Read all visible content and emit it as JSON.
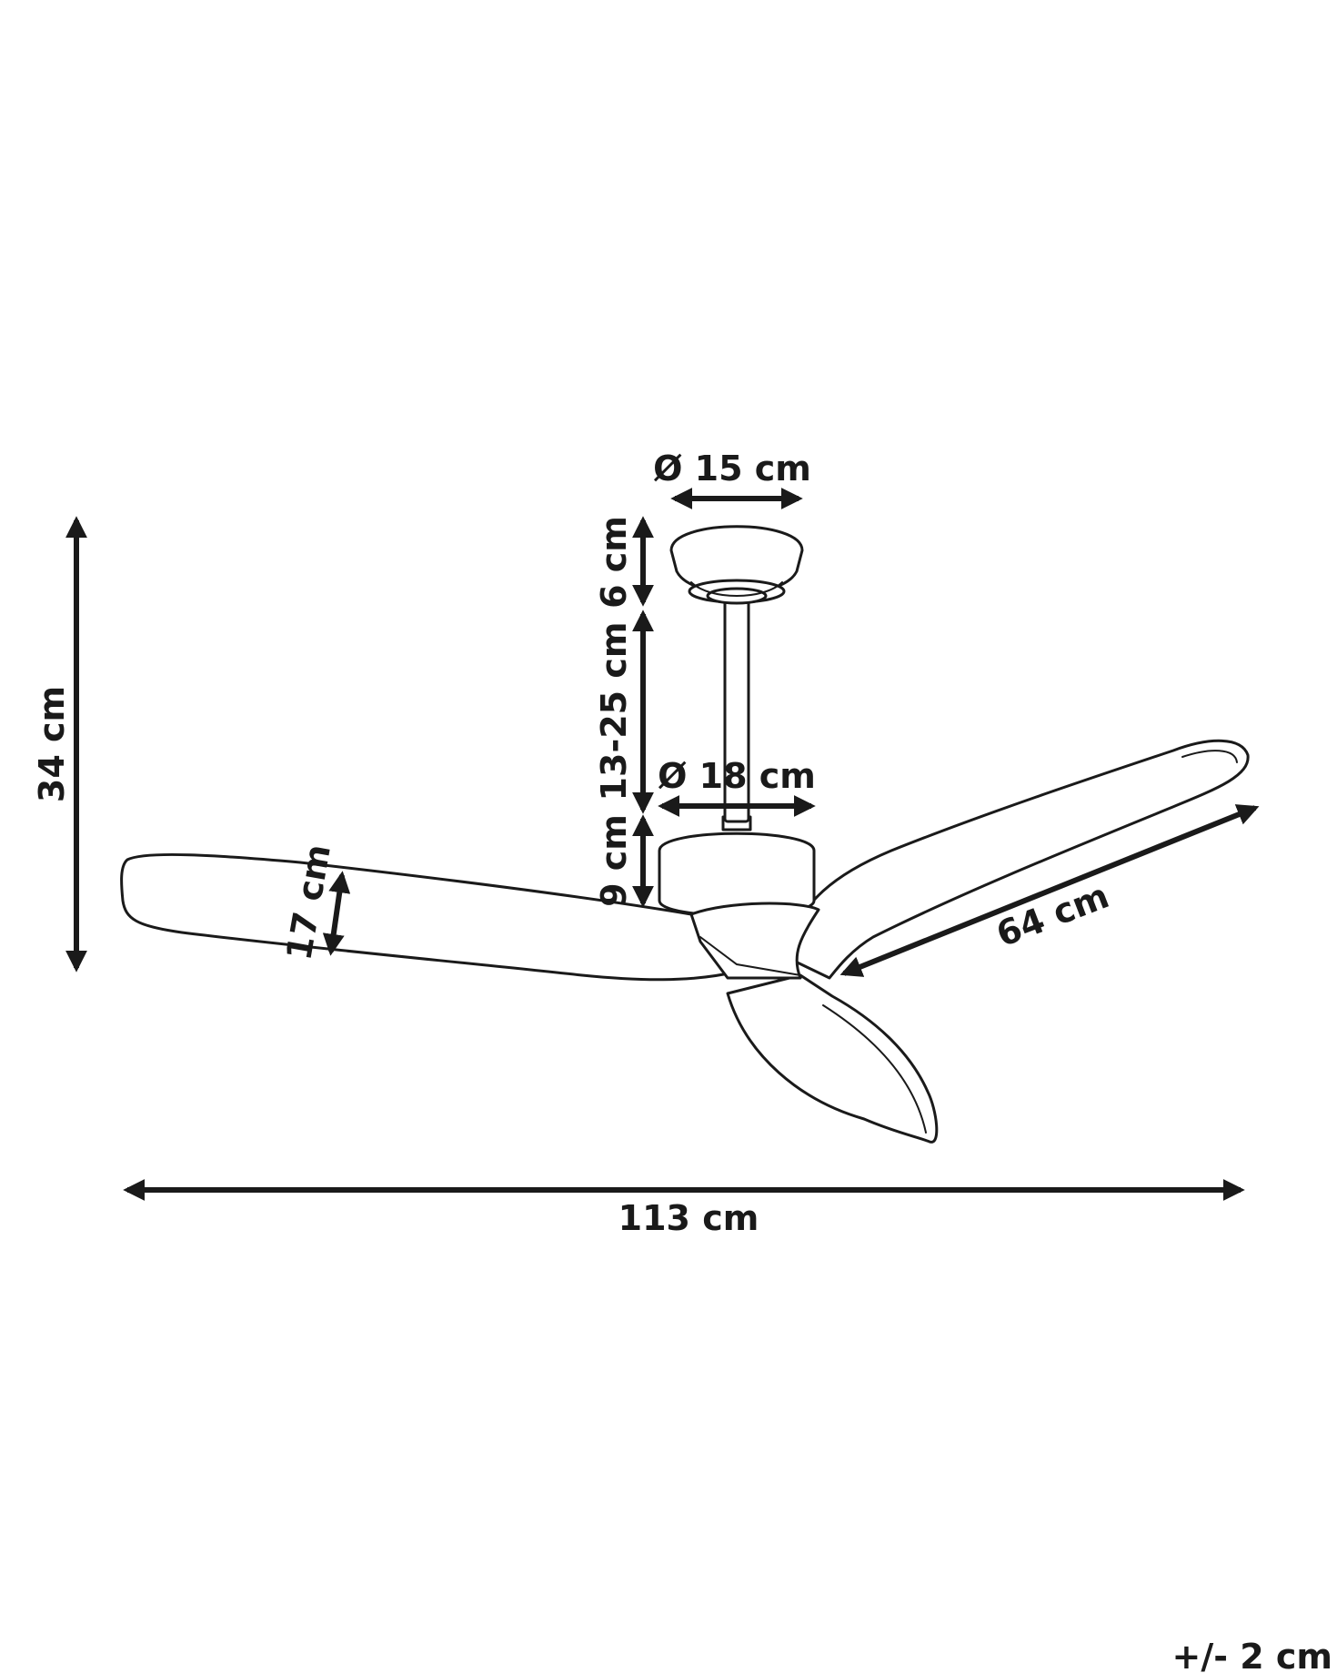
{
  "dimensions": {
    "canopy_diameter": "Ø 15 cm",
    "motor_diameter": "Ø 18 cm",
    "canopy_height": "6 cm",
    "downrod_length": "13-25 cm",
    "motor_height": "9 cm",
    "total_height": "34 cm",
    "blade_width": "17 cm",
    "blade_length": "64 cm",
    "total_span": "113 cm",
    "tolerance": "+/- 2 cm"
  },
  "colors": {
    "line": "#1a1a1a",
    "background": "#ffffff"
  }
}
